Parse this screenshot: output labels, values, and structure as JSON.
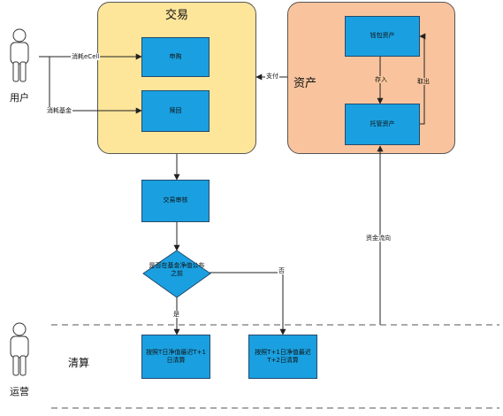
{
  "actors": {
    "user": {
      "label": "用户",
      "icon": "person-icon"
    },
    "ops": {
      "label": "运营",
      "icon": "person-icon"
    }
  },
  "regions": {
    "trade": {
      "title": "交易",
      "fill": "#fde59a"
    },
    "asset": {
      "title": "资产",
      "fill": "#f9c49d"
    }
  },
  "nodes": {
    "subscribe": "申购",
    "redeem": "赎回",
    "trade_review": "交易审核",
    "decision": "是否在基金净值公布之前",
    "wallet_asset": "钱包资产",
    "custody_asset": "托管资产",
    "clear_t": "按照T日净值最迟T+1日清算",
    "clear_t1": "按照T+1日净值最迟T+2日清算"
  },
  "edge_labels": {
    "consume_ecell": "消耗eCell",
    "consume_fund": "消耗基金",
    "pay": "支付",
    "deposit": "存入",
    "withdraw": "取出",
    "fund_flow": "资金流向",
    "no": "否",
    "yes": "是"
  },
  "lane": {
    "clearing": "清算"
  },
  "colors": {
    "process_fill": "#1aa0e0",
    "line": "#222222",
    "dashed_separator": "#555555"
  }
}
